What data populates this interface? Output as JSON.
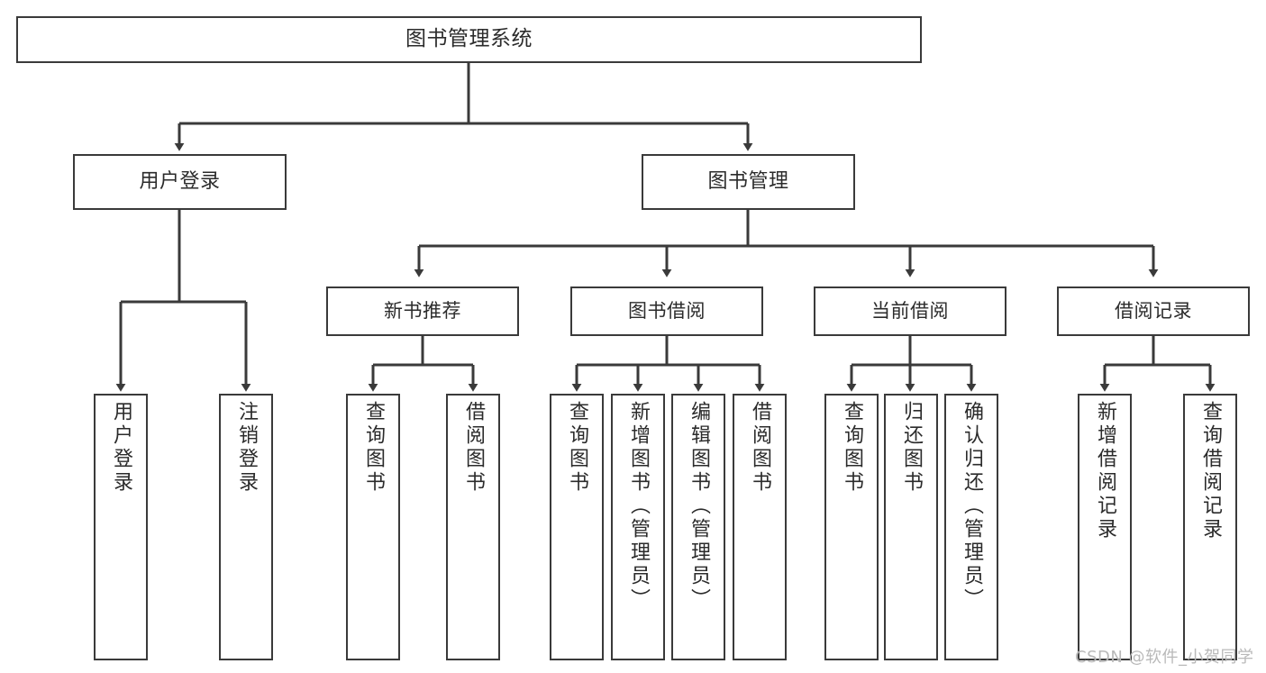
{
  "diagram": {
    "title": "图书管理系统",
    "type": "tree",
    "watermark": "CSDN @软件_小贺同学",
    "colors": {
      "box_border": "#3a3a3a",
      "box_fill": "#ffffff",
      "text": "#2b2b2b",
      "edge": "#3a3a3a",
      "watermark": "#b9b9b9",
      "background": "#ffffff"
    },
    "nodes": {
      "root": {
        "label": "图书管理系统"
      },
      "level1": [
        {
          "id": "user-login",
          "label": "用户登录"
        },
        {
          "id": "book-manage",
          "label": "图书管理"
        }
      ],
      "level2": [
        {
          "id": "new-book-recommend",
          "label": "新书推荐"
        },
        {
          "id": "book-borrow",
          "label": "图书借阅"
        },
        {
          "id": "current-borrow",
          "label": "当前借阅"
        },
        {
          "id": "borrow-record",
          "label": "借阅记录"
        }
      ],
      "leaves": {
        "user-login": [
          {
            "id": "leaf-user-login",
            "label": "用户登录"
          },
          {
            "id": "leaf-logout-login",
            "label": "注销登录"
          }
        ],
        "new-book-recommend": [
          {
            "id": "leaf-query-book-1",
            "label": "查询图书"
          },
          {
            "id": "leaf-borrow-book-1",
            "label": "借阅图书"
          }
        ],
        "book-borrow": [
          {
            "id": "leaf-query-book-2",
            "label": "查询图书"
          },
          {
            "id": "leaf-add-book",
            "label": "新增图书（管理员）"
          },
          {
            "id": "leaf-edit-book",
            "label": "编辑图书（管理员）"
          },
          {
            "id": "leaf-borrow-book-2",
            "label": "借阅图书"
          }
        ],
        "current-borrow": [
          {
            "id": "leaf-query-book-3",
            "label": "查询图书"
          },
          {
            "id": "leaf-return-book",
            "label": "归还图书"
          },
          {
            "id": "leaf-confirm-return",
            "label": "确认归还（管理员）"
          }
        ],
        "borrow-record": [
          {
            "id": "leaf-add-record",
            "label": "新增借阅记录"
          },
          {
            "id": "leaf-query-record",
            "label": "查询借阅记录"
          }
        ]
      }
    }
  }
}
